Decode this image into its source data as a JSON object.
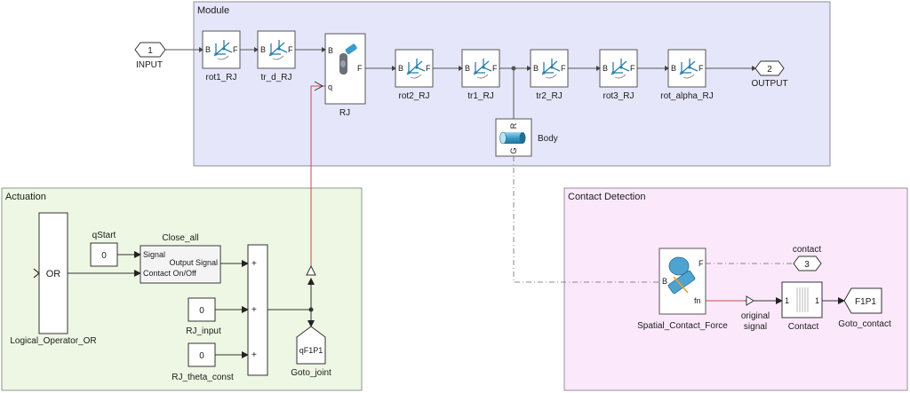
{
  "groups": {
    "module": "Module",
    "actuation": "Actuation",
    "contact_detection": "Contact Detection"
  },
  "ports": {
    "input_num": "1",
    "input_label": "INPUT",
    "output_num": "2",
    "output_label": "OUTPUT",
    "contact_num": "3",
    "contact_label": "contact"
  },
  "blocks": {
    "rot1_rj": "rot1_RJ",
    "tr_d_rj": "tr_d_RJ",
    "rj": "RJ",
    "rot2_rj": "rot2_RJ",
    "tr1_rj": "tr1_RJ",
    "tr2_rj": "tr2_RJ",
    "rot3_rj": "rot3_RJ",
    "rot_alpha_rj": "rot_alpha_RJ",
    "body": "Body",
    "logical_operator": "Logical_Operator_OR",
    "logical_op_text": "OR",
    "qstart": "qStart",
    "qstart_value": "0",
    "close_all": "Close_all",
    "rj_input": "RJ_input",
    "rj_input_value": "0",
    "rj_theta_const": "RJ_theta_const",
    "rj_theta_value": "0",
    "goto_joint": "Goto_joint",
    "goto_joint_tag": "qF1P1",
    "spatial_contact_force": "Spatial_Contact_Force",
    "contact": "Contact",
    "goto_contact": "Goto_contact",
    "goto_contact_tag": "F1P1",
    "original_signal_1": "original",
    "original_signal_2": "signal"
  },
  "port_labels": {
    "b": "B",
    "f": "F",
    "q": "q",
    "r": "R",
    "g": "G",
    "fn": "fn",
    "signal": "Signal",
    "output_signal": "Output Signal",
    "contact_onoff": "Contact On/Off",
    "plus": "+",
    "one": "1"
  }
}
